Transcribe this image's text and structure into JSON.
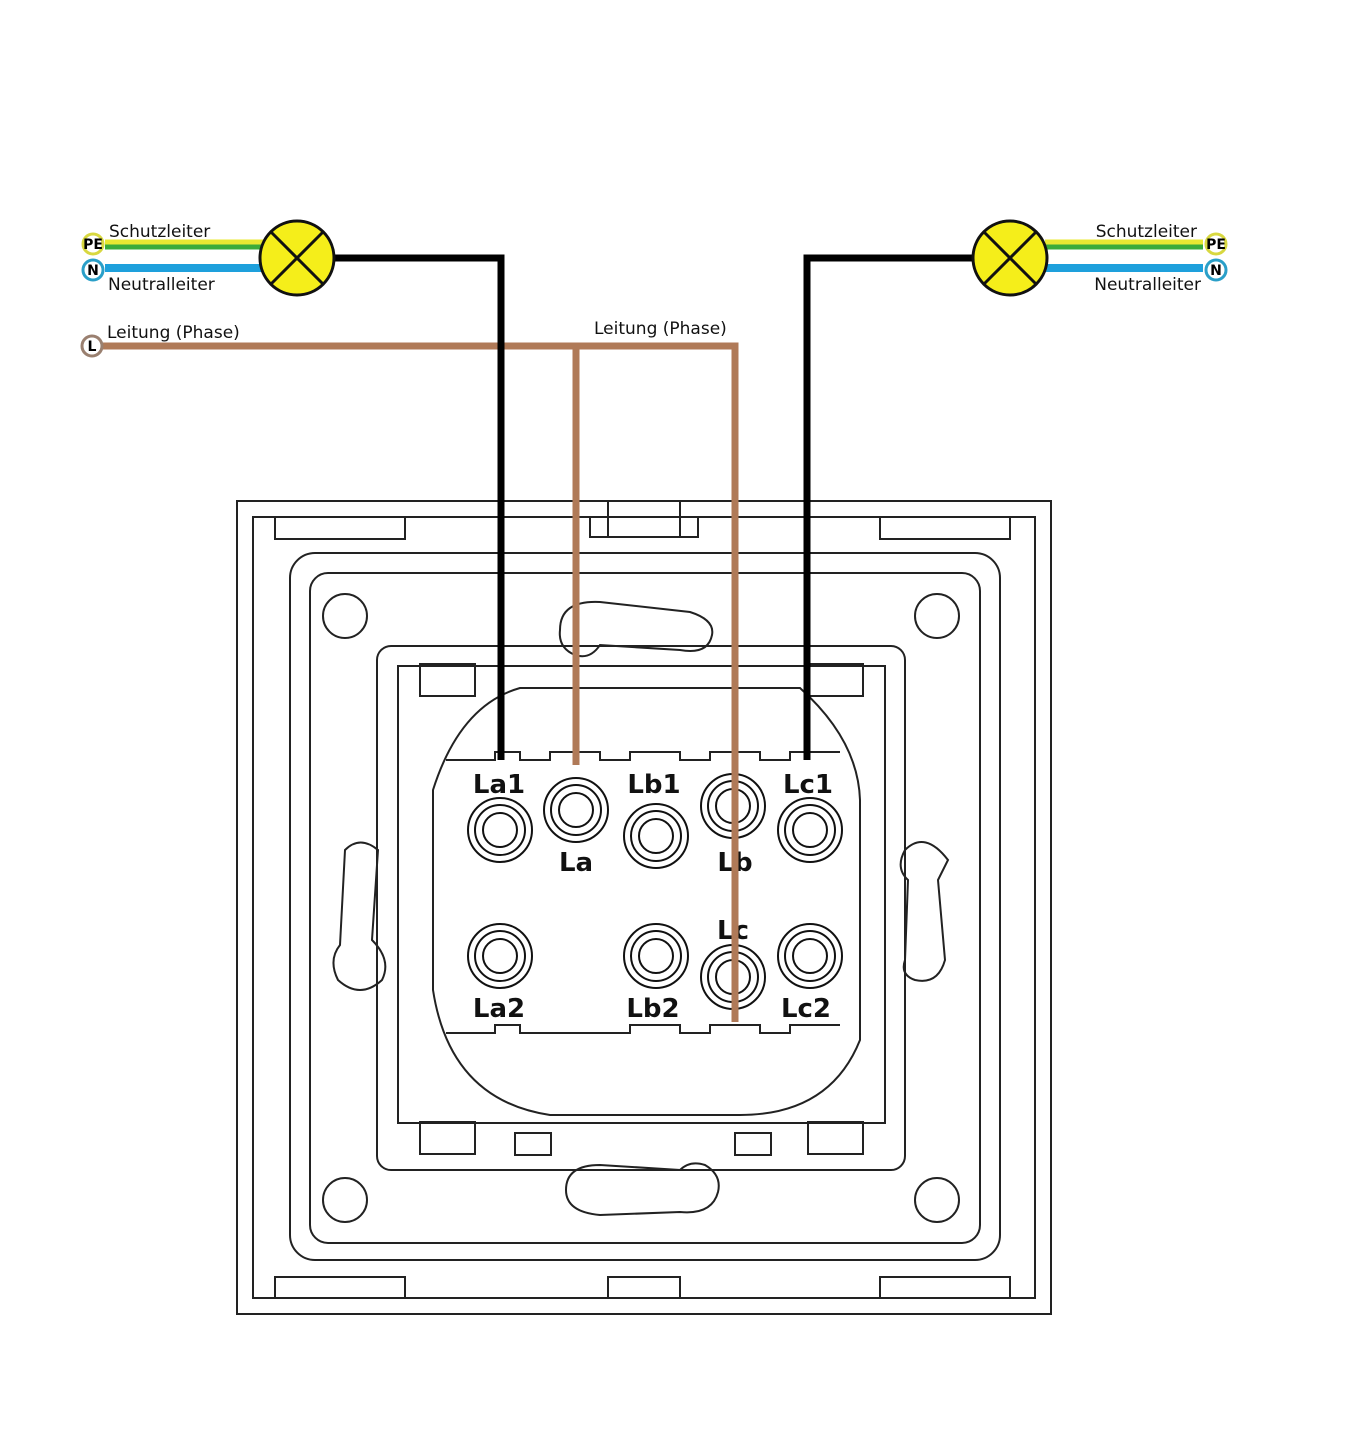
{
  "colors": {
    "earth_yellow": "#e8e832",
    "earth_green": "#3aab3a",
    "neutral": "#1ea0dc",
    "phase": "#b07a58",
    "switched": "#000000",
    "lamp": "#f5ee1a"
  },
  "left": {
    "pe": "PE",
    "n": "N",
    "l": "L",
    "earth_label": "Schutzleiter",
    "neutral_label": "Neutralleiter",
    "phase_label": "Leitung (Phase)"
  },
  "right": {
    "pe": "PE",
    "n": "N",
    "earth_label": "Schutzleiter",
    "neutral_label": "Neutralleiter"
  },
  "center_phase_label": "Leitung (Phase)",
  "terminals": {
    "La1": "La1",
    "La": "La",
    "Lb1": "Lb1",
    "Lb": "Lb",
    "Lc1": "Lc1",
    "La2": "La2",
    "Lb2": "Lb2",
    "Lc": "Lc",
    "Lc2": "Lc2"
  }
}
